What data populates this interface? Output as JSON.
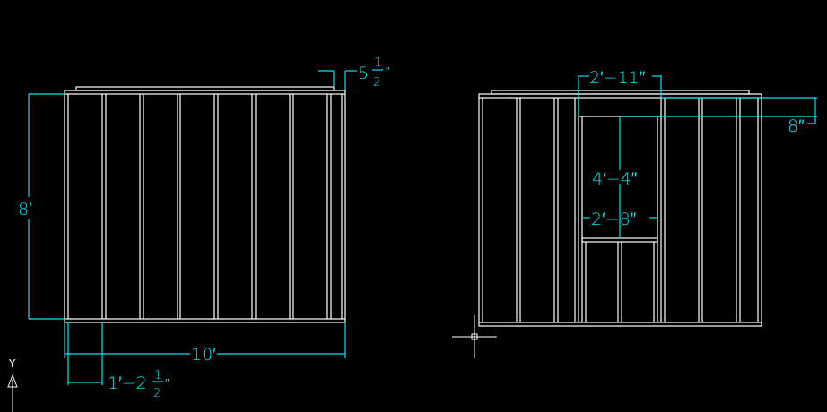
{
  "colors": {
    "background": "#000000",
    "geometry": "#ffffff",
    "dimensions": "#00e5ee"
  },
  "left_wall": {
    "height_dim": "8′",
    "width_dim": "10′",
    "stud_spacing_dim": {
      "whole": "1′−2",
      "num": "1",
      "den": "2",
      "unit": "″"
    },
    "plate_offset_dim": {
      "whole": "5",
      "num": "1",
      "den": "2",
      "unit": "″"
    }
  },
  "right_wall": {
    "opening_offset_dim": "2′−11″",
    "header_dim": "8″",
    "opening_height_dim": "4′−4″",
    "opening_width_dim": "2′−8″"
  },
  "ucs": {
    "y_label": "Y"
  }
}
